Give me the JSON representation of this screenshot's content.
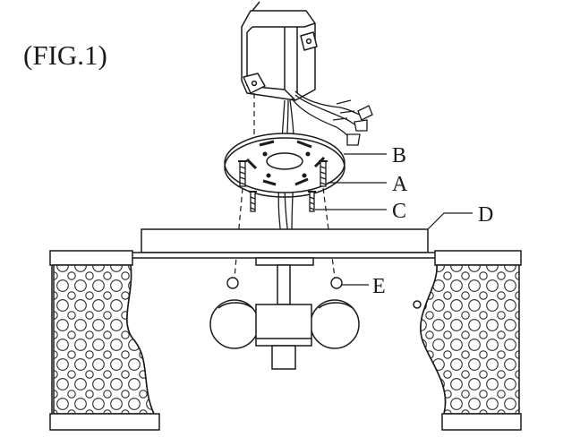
{
  "figure": {
    "title": "(FIG.1)"
  },
  "callouts": {
    "a": "A",
    "b": "B",
    "c": "C",
    "d": "D",
    "e": "E"
  },
  "colors": {
    "ink": "#1a1a1a",
    "background": "#ffffff"
  }
}
